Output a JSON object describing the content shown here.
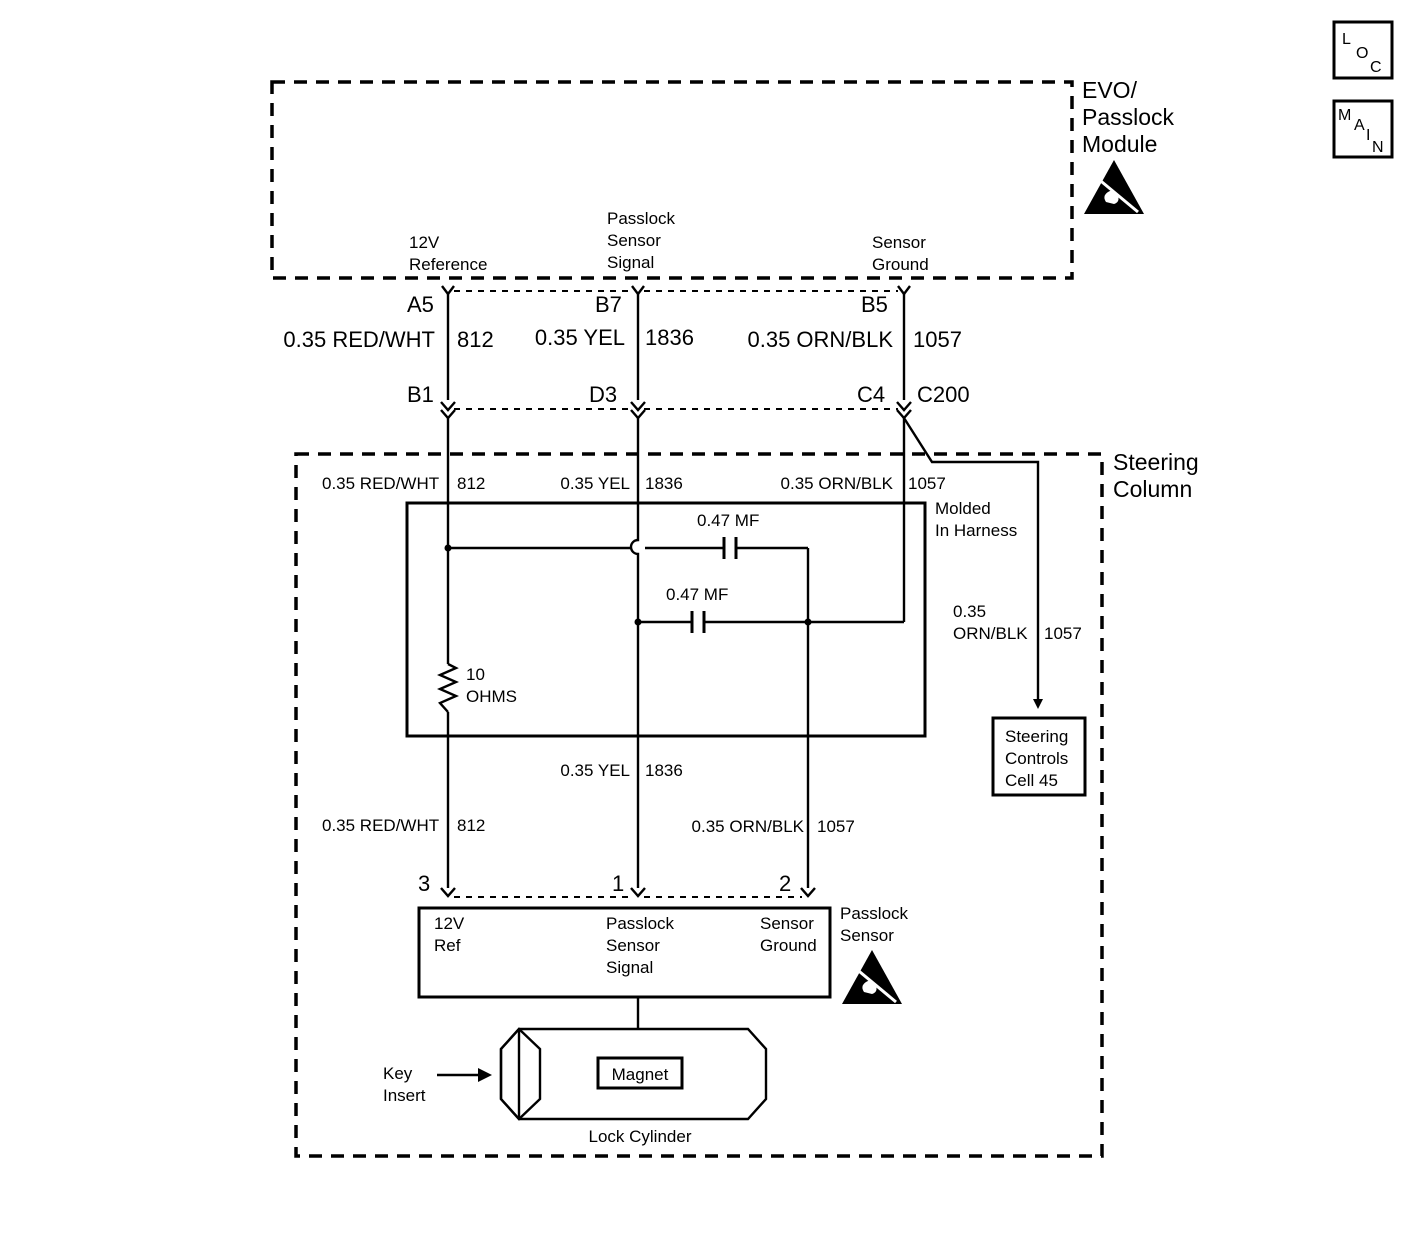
{
  "nav": {
    "loc": {
      "l1": "L",
      "l2": "O",
      "l3": "C"
    },
    "main": {
      "l1": "M",
      "l2": "A",
      "l3": "I",
      "l4": "N"
    }
  },
  "module": {
    "name": [
      "EVO/",
      "Passlock",
      "Module"
    ]
  },
  "module_pins": {
    "ref": [
      "12V",
      "Reference"
    ],
    "signal": [
      "Passlock",
      "Sensor",
      "Signal"
    ],
    "ground": [
      "Sensor",
      "Ground"
    ]
  },
  "upper_wires": {
    "a5": {
      "pin": "A5",
      "wire": "0.35 RED/WHT",
      "circuit": "812"
    },
    "b7": {
      "pin": "B7",
      "wire": "0.35 YEL",
      "circuit": "1836"
    },
    "b5": {
      "pin": "B5",
      "wire": "0.35 ORN/BLK",
      "circuit": "1057"
    }
  },
  "connector_c200": {
    "name": "C200",
    "b1": "B1",
    "d3": "D3",
    "c4": "C4"
  },
  "steering_column": {
    "name": [
      "Steering",
      "Column"
    ]
  },
  "harness_wires": {
    "red": {
      "wire": "0.35 RED/WHT",
      "circuit": "812"
    },
    "yel": {
      "wire": "0.35 YEL",
      "circuit": "1836"
    },
    "orn": {
      "wire": "0.35 ORN/BLK",
      "circuit": "1057"
    }
  },
  "molded_harness": {
    "name": [
      "Molded",
      "In Harness"
    ]
  },
  "capacitors": {
    "c1": "0.47 MF",
    "c2": "0.47 MF"
  },
  "resistor": {
    "value": "10",
    "unit": "OHMS"
  },
  "branch": {
    "wire": [
      "0.35",
      "ORN/BLK"
    ],
    "circuit": "1057"
  },
  "steering_controls": {
    "lines": [
      "Steering",
      "Controls",
      "Cell 45"
    ]
  },
  "lower_wires": {
    "red": {
      "wire": "0.35 RED/WHT",
      "circuit": "812"
    },
    "yel": {
      "wire": "0.35 YEL",
      "circuit": "1836"
    },
    "orn": {
      "wire": "0.35 ORN/BLK",
      "circuit": "1057"
    }
  },
  "sensor_pins": {
    "p3": "3",
    "p1": "1",
    "p2": "2"
  },
  "sensor": {
    "ref": [
      "12V",
      "Ref"
    ],
    "signal": [
      "Passlock",
      "Sensor",
      "Signal"
    ],
    "ground": [
      "Sensor",
      "Ground"
    ],
    "name": [
      "Passlock",
      "Sensor"
    ]
  },
  "lock_cylinder": {
    "magnet": "Magnet",
    "label": "Lock Cylinder",
    "key": [
      "Key",
      "Insert"
    ]
  }
}
